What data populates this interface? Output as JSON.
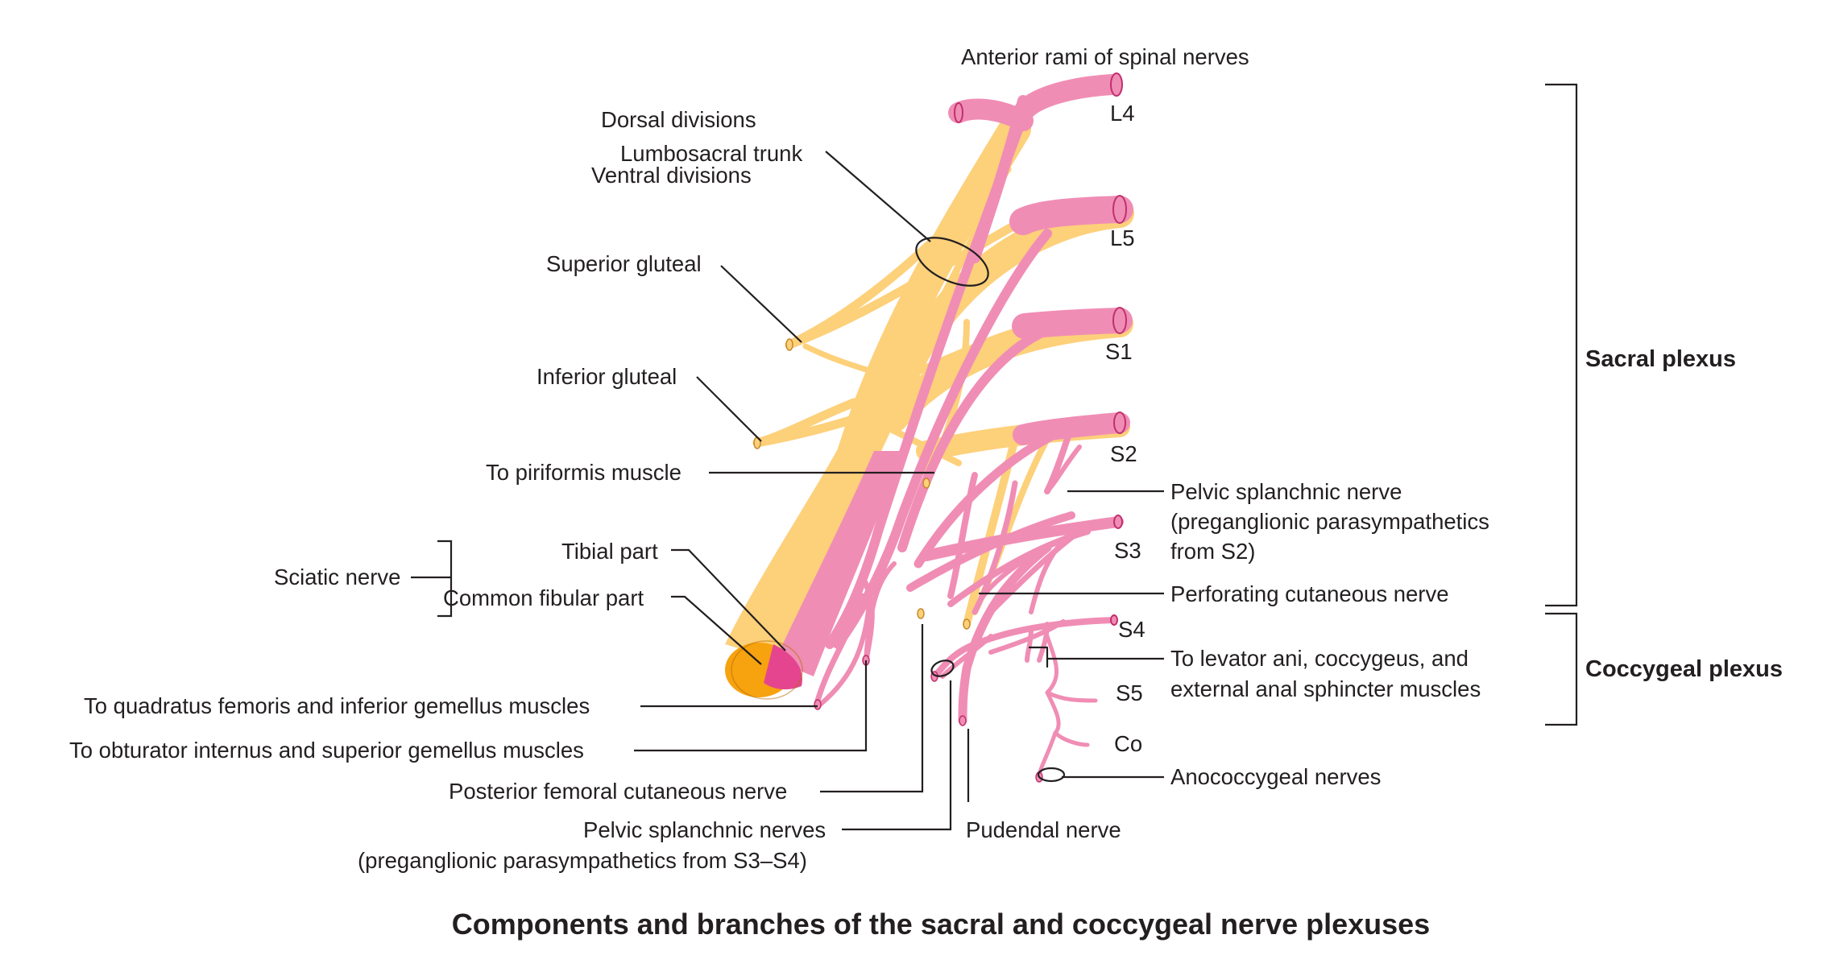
{
  "caption": "Components and branches of the sacral and coccygeal nerve plexuses",
  "colors": {
    "dorsal_division": "#fdd07a",
    "ventral_division": "#f08db5",
    "nerve_outline": "#c0306e",
    "sciatic_end_dorsal": "#f7a20f",
    "sciatic_end_ventral": "#e4458e",
    "line": "#231f20"
  },
  "labels": {
    "anterior_rami": "Anterior rami of spinal nerves",
    "dorsal_divisions": "Dorsal divisions",
    "lumbosacral_trunk": "Lumbosacral trunk",
    "ventral_divisions": "Ventral divisions",
    "superior_gluteal": "Superior gluteal",
    "inferior_gluteal": "Inferior gluteal",
    "to_piriformis": "To piriformis muscle",
    "sciatic_nerve": "Sciatic nerve",
    "tibial_part": "Tibial part",
    "common_fibular_part": "Common fibular part",
    "to_quadratus": "To quadratus femoris and inferior gemellus muscles",
    "to_obturator": "To obturator internus and superior gemellus muscles",
    "posterior_femoral": "Posterior femoral cutaneous nerve",
    "pelvic_splanchnic_nerves_line1": "Pelvic splanchnic nerves",
    "pelvic_splanchnic_nerves_line2": "(preganglionic parasympathetics from S3–S4)",
    "pudendal_nerve": "Pudendal nerve",
    "pelvic_splanchnic_nerve_line1": "Pelvic splanchnic nerve",
    "pelvic_splanchnic_nerve_line2": "(preganglionic parasympathetics",
    "pelvic_splanchnic_nerve_line3": "from S2)",
    "perforating_cutaneous": "Perforating cutaneous nerve",
    "to_levator_line1": "To levator ani, coccygeus, and",
    "to_levator_line2": "external anal sphincter muscles",
    "anococcygeal": "Anococcygeal nerves",
    "sacral_plexus": "Sacral plexus",
    "coccygeal_plexus": "Coccygeal plexus"
  },
  "roots": [
    "L4",
    "L5",
    "S1",
    "S2",
    "S3",
    "S4",
    "S5",
    "Co"
  ]
}
